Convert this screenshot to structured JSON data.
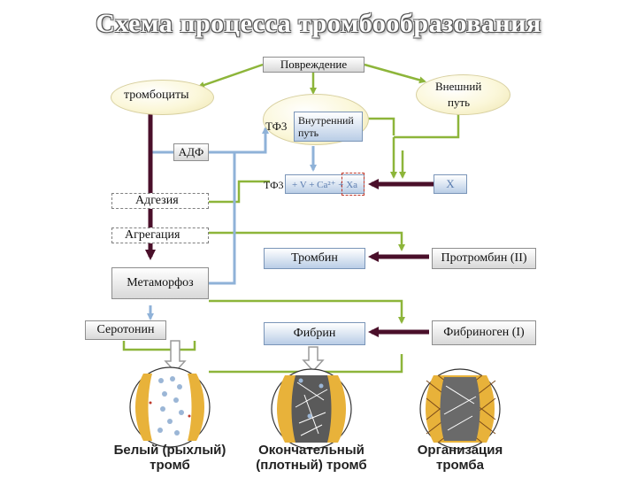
{
  "title": "Схема процесса тромбообразования",
  "nodes": {
    "damage": "Повреждение",
    "platelets": "тромбоциты",
    "extrinsic_line1": "Внешний",
    "extrinsic_line2": "путь",
    "tf3_top": "ТФ3",
    "intrinsic_line1": "Внутренний",
    "intrinsic_line2": "путь",
    "adp": "АДФ",
    "tf3_complex": "ТФ3",
    "complex_formula": "+ V + Ca²⁺ + Xa",
    "factor_x": "X",
    "adhesion": "Адгезия",
    "aggregation": "Агрегация",
    "thrombin": "Тромбин",
    "prothrombin": "Протромбин (II)",
    "metamorphosis": "Метаморфоз",
    "serotonin": "Серотонин",
    "fibrin": "Фибрин",
    "fibrinogen": "Фибриноген (I)"
  },
  "captions": {
    "white_l1": "Белый (рыхлый)",
    "white_l2": "тромб",
    "final_l1": "Окончательный",
    "final_l2": "(плотный) тромб",
    "org_l1": "Организация",
    "org_l2": "тромба"
  },
  "colors": {
    "green_arrow": "#8db53a",
    "blue_arrow": "#8fb2d8",
    "dark_arrow": "#4a0f2a",
    "grey_arrow": "#9a9a9a"
  }
}
